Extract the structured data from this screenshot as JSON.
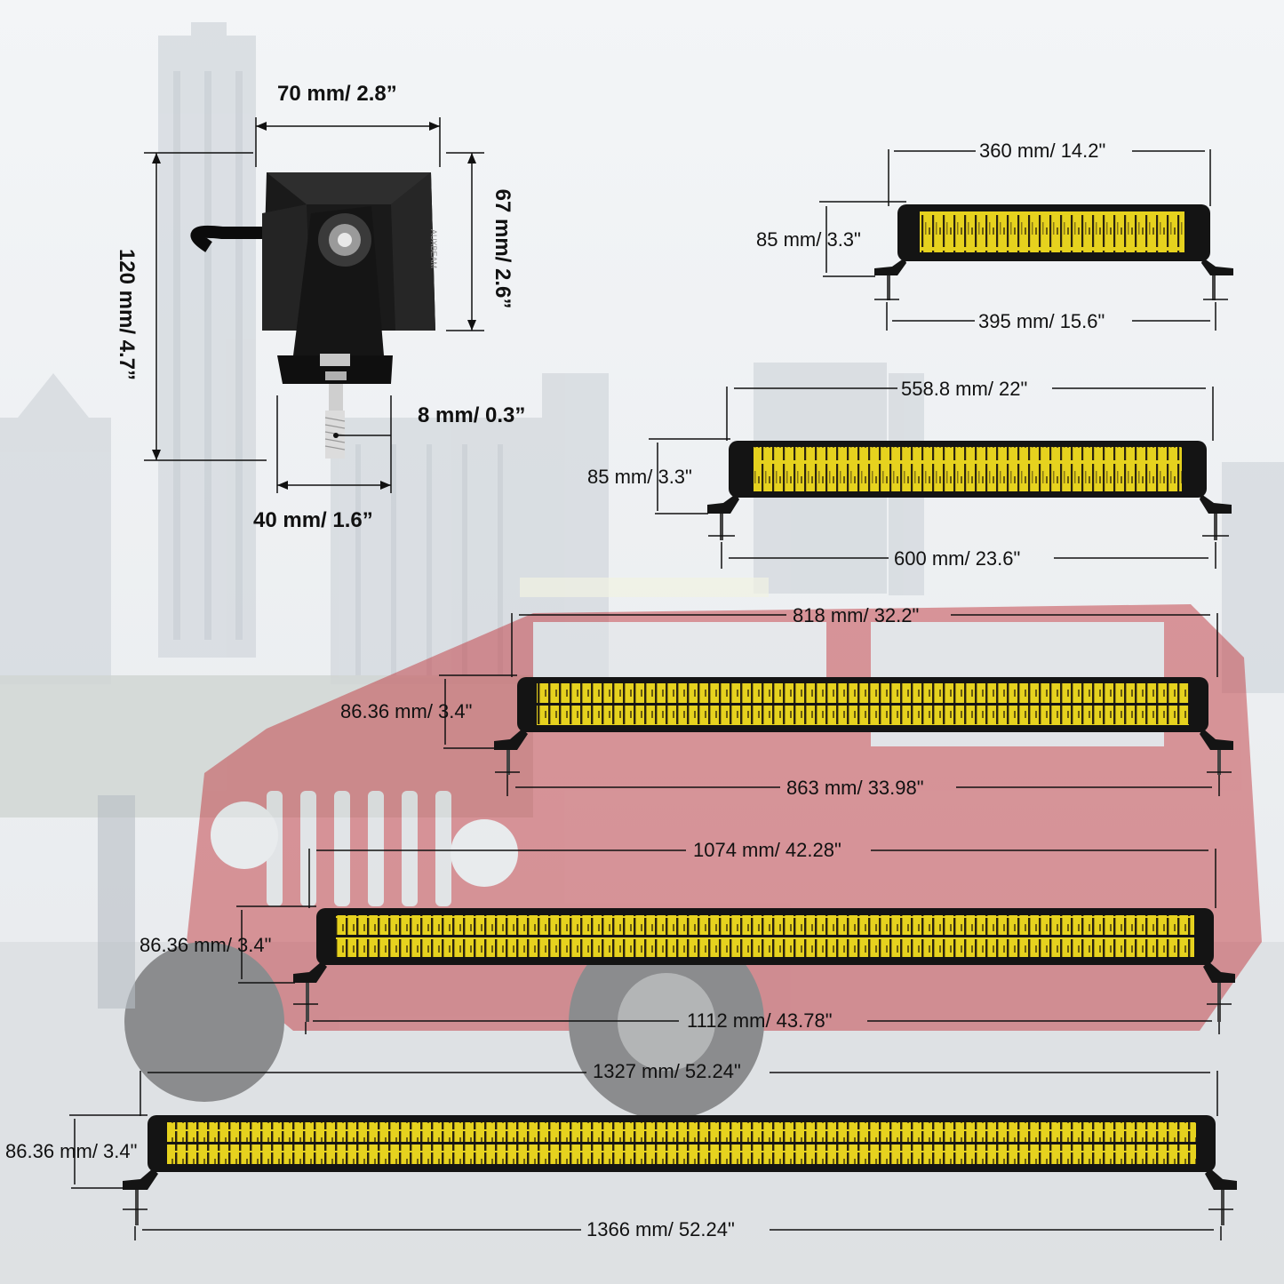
{
  "colors": {
    "led_yellow": "#e6d21e",
    "housing": "#141414",
    "vehicle_red": "#b5333a",
    "background": "#eef1f4"
  },
  "pod_light": {
    "brand": "AUXBEAM",
    "width": "70 mm/ 2.8”",
    "height_total": "120 mm/ 4.7”",
    "height_body": "67 mm/ 2.6”",
    "bolt": "8 mm/ 0.3”",
    "base": "40 mm/ 1.6”"
  },
  "light_bars": [
    {
      "length_body": "360 mm/ 14.2\"",
      "height": "85 mm/ 3.3\"",
      "length_total": "395 mm/ 15.6\""
    },
    {
      "length_body": "558.8 mm/ 22\"",
      "height": "85 mm/ 3.3\"",
      "length_total": "600 mm/ 23.6\""
    },
    {
      "length_body": "818 mm/ 32.2\"",
      "height": "86.36 mm/ 3.4\"",
      "length_total": "863 mm/ 33.98\""
    },
    {
      "length_body": "1074 mm/ 42.28\"",
      "height": "86.36 mm/ 3.4\"",
      "length_total": "1112 mm/ 43.78\""
    },
    {
      "length_body": "1327 mm/ 52.24\"",
      "height": "86.36 mm/ 3.4\"",
      "length_total": "1366 mm/ 52.24\""
    }
  ]
}
